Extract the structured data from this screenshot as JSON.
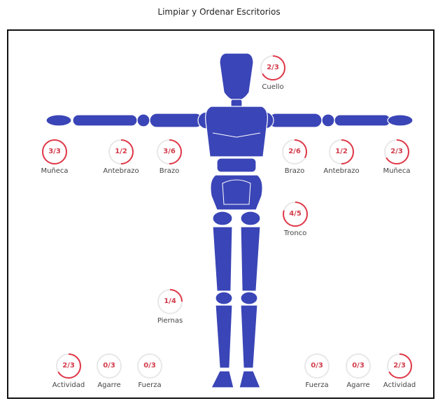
{
  "title": "Limpiar y Ordenar Escritorios",
  "colors": {
    "body": "#3a45b7",
    "ring": "#e03848",
    "ring_track": "#e8e8e8",
    "value": "#d23c4b"
  },
  "gauges": [
    {
      "id": "cuello",
      "label": "Cuello",
      "value": "2/3",
      "fraction": 0.667
    },
    {
      "id": "muneca-l",
      "label": "Muñeca",
      "value": "3/3",
      "fraction": 1.0
    },
    {
      "id": "antebrazo-l",
      "label": "Antebrazo",
      "value": "1/2",
      "fraction": 0.5
    },
    {
      "id": "brazo-l",
      "label": "Brazo",
      "value": "3/6",
      "fraction": 0.5
    },
    {
      "id": "brazo-r",
      "label": "Brazo",
      "value": "2/6",
      "fraction": 0.333
    },
    {
      "id": "antebrazo-r",
      "label": "Antebrazo",
      "value": "1/2",
      "fraction": 0.5
    },
    {
      "id": "muneca-r",
      "label": "Muñeca",
      "value": "2/3",
      "fraction": 0.667
    },
    {
      "id": "tronco",
      "label": "Tronco",
      "value": "4/5",
      "fraction": 0.8
    },
    {
      "id": "piernas",
      "label": "Piernas",
      "value": "1/4",
      "fraction": 0.25
    },
    {
      "id": "actividad-l",
      "label": "Actividad",
      "value": "2/3",
      "fraction": 0.667
    },
    {
      "id": "agarre-l",
      "label": "Agarre",
      "value": "0/3",
      "fraction": 0.0
    },
    {
      "id": "fuerza-l",
      "label": "Fuerza",
      "value": "0/3",
      "fraction": 0.0
    },
    {
      "id": "fuerza-r",
      "label": "Fuerza",
      "value": "0/3",
      "fraction": 0.0
    },
    {
      "id": "agarre-r",
      "label": "Agarre",
      "value": "0/3",
      "fraction": 0.0
    },
    {
      "id": "actividad-r",
      "label": "Actividad",
      "value": "2/3",
      "fraction": 0.667
    }
  ]
}
